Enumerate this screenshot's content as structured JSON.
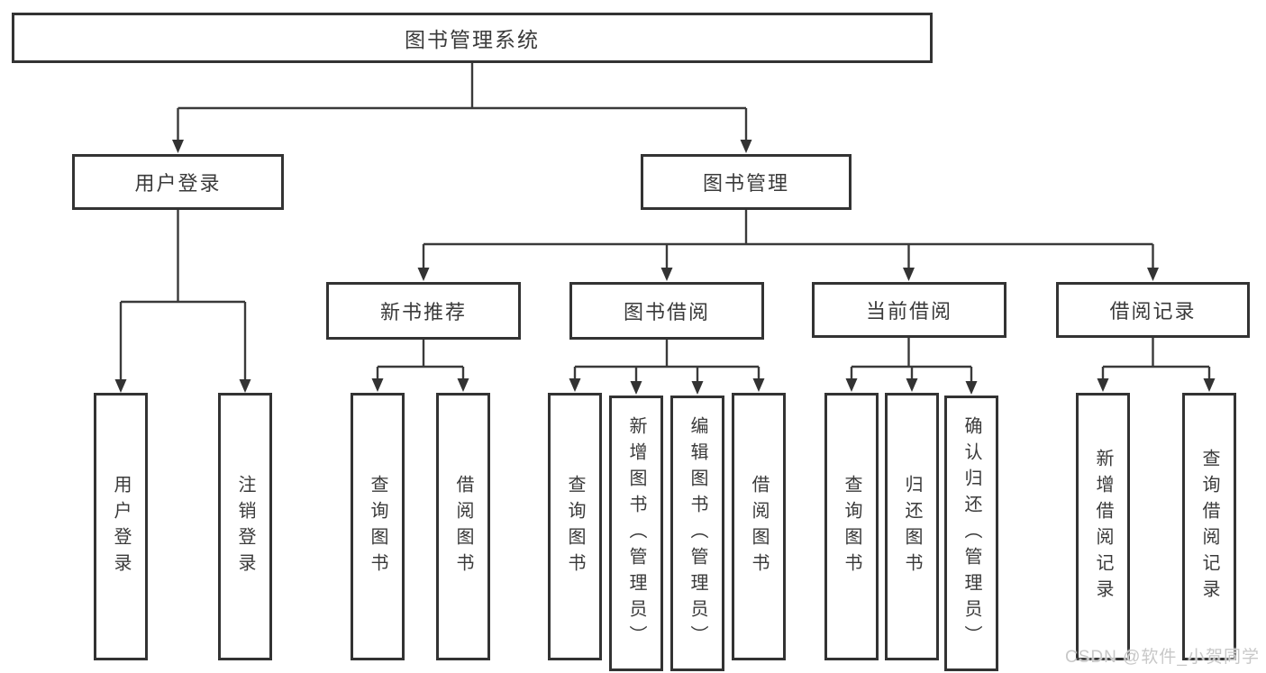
{
  "tree": {
    "label": "图书管理系统",
    "children": [
      {
        "label": "用户登录",
        "children": [
          {
            "label": "用户登录"
          },
          {
            "label": "注销登录"
          }
        ]
      },
      {
        "label": "图书管理",
        "children": [
          {
            "label": "新书推荐",
            "children": [
              {
                "label": "查询图书"
              },
              {
                "label": "借阅图书"
              }
            ]
          },
          {
            "label": "图书借阅",
            "children": [
              {
                "label": "查询图书"
              },
              {
                "label": "新增图书（管理员）"
              },
              {
                "label": "编辑图书（管理员）"
              },
              {
                "label": "借阅图书"
              }
            ]
          },
          {
            "label": "当前借阅",
            "children": [
              {
                "label": "查询图书"
              },
              {
                "label": "归还图书"
              },
              {
                "label": "确认归还（管理员）"
              }
            ]
          },
          {
            "label": "借阅记录",
            "children": [
              {
                "label": "新增借阅记录"
              },
              {
                "label": "查询借阅记录"
              }
            ]
          }
        ]
      }
    ]
  },
  "watermark": "CSDN @软件_小贺同学",
  "colors": {
    "line": "#3a3a3a",
    "box_border": "#333333",
    "box_fill": "#ffffff",
    "text": "#3a3a3a",
    "watermark": "#c8c8c8"
  }
}
